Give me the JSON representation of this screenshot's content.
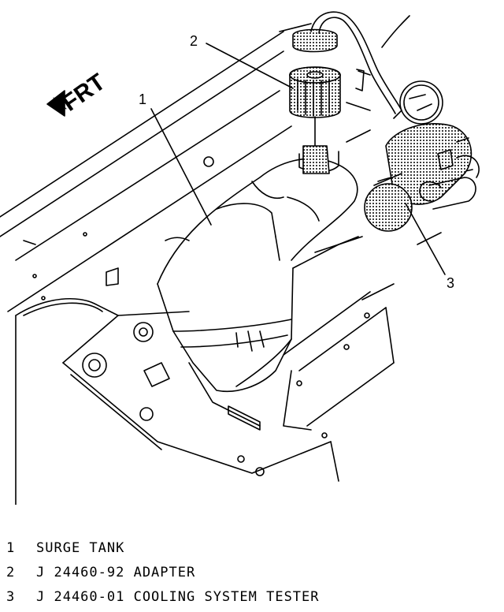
{
  "direction_label": "FRT",
  "callouts": [
    {
      "number": "1"
    },
    {
      "number": "2"
    },
    {
      "number": "3"
    }
  ],
  "legend": [
    {
      "number": "1",
      "text": "SURGE TANK"
    },
    {
      "number": "2",
      "text": "J 24460-92 ADAPTER"
    },
    {
      "number": "3",
      "text": "J 24460-01 COOLING SYSTEM TESTER"
    }
  ],
  "colors": {
    "ink": "#000000",
    "background": "#ffffff"
  }
}
